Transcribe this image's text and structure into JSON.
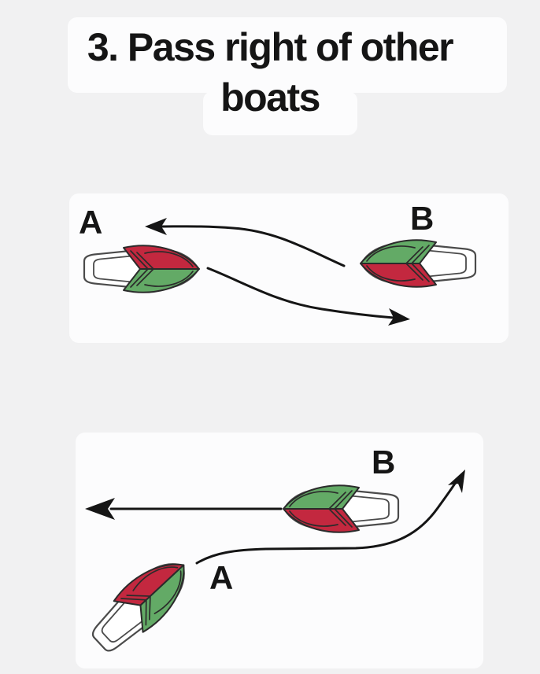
{
  "title": {
    "line1": "3. Pass right of other",
    "line2": "boats"
  },
  "diagram_top": {
    "boat_a_label": "A",
    "boat_b_label": "B"
  },
  "diagram_bottom": {
    "boat_a_label": "A",
    "boat_b_label": "B"
  },
  "colors": {
    "port_red": "#c3283f",
    "starboard_green": "#63aa66",
    "ink": "#151515",
    "hull_outline": "#4b4b4b",
    "background": "#f1f1f2",
    "panel": "#fcfcfd"
  }
}
